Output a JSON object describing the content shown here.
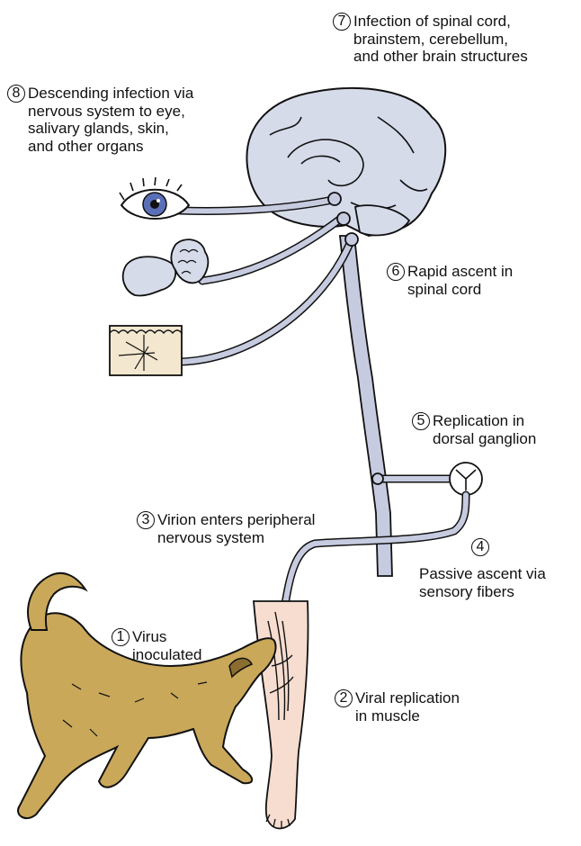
{
  "steps": [
    {
      "num": "1",
      "text": "Virus\ninoculated"
    },
    {
      "num": "2",
      "text": "Viral replication\nin muscle"
    },
    {
      "num": "3",
      "text": "Virion enters peripheral\nnervous system"
    },
    {
      "num": "4",
      "text": "Passive ascent via\nsensory fibers"
    },
    {
      "num": "5",
      "text": "Replication in\ndorsal ganglion"
    },
    {
      "num": "6",
      "text": "Rapid ascent in\nspinal cord"
    },
    {
      "num": "7",
      "text": "Infection of spinal cord,\nbrainstem, cerebellum,\nand other brain structures"
    },
    {
      "num": "8",
      "text": "Descending infection via\nnervous system to eye,\nsalivary glands, skin,\nand other organs"
    }
  ],
  "colors": {
    "nerve": "#c6cbe0",
    "brain": "#d6dbea",
    "dog": "#c9a85a",
    "leg": "#f6ddd0",
    "skin": "#f3e7cf",
    "iris": "#5b6fb8",
    "outline": "#111111"
  }
}
